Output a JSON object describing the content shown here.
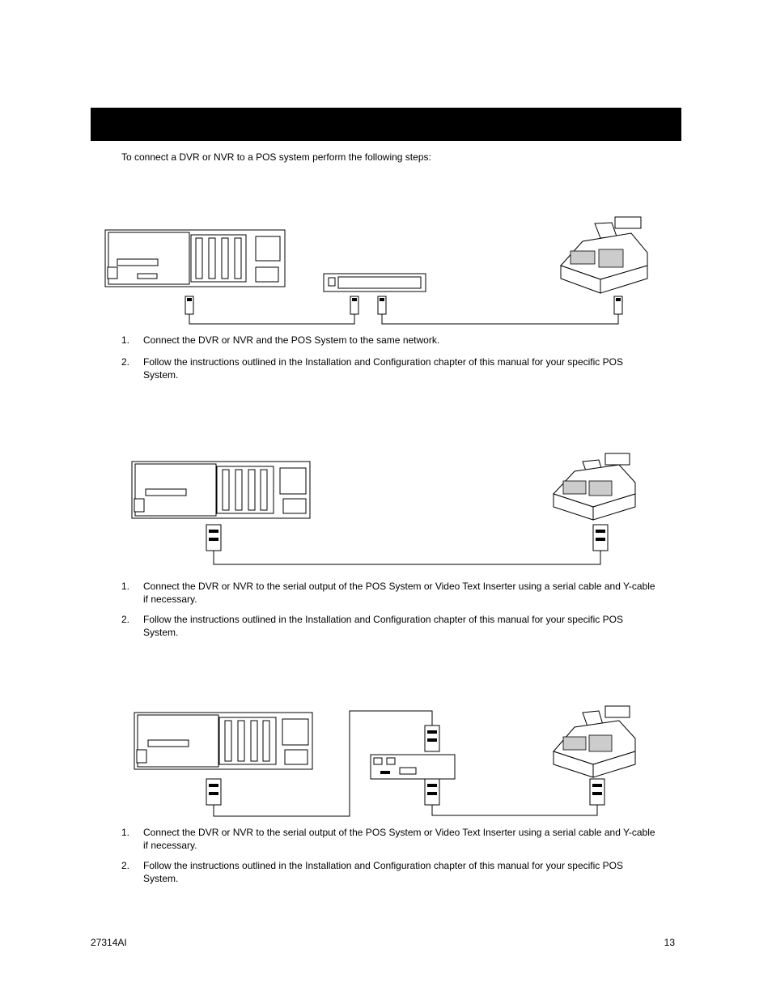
{
  "header": {
    "title": ""
  },
  "intro": "To connect a DVR or NVR to a POS system perform the following steps:",
  "sections": [
    {
      "steps": [
        {
          "num": "1.",
          "text": "Connect the DVR or NVR and the POS System to the same network."
        },
        {
          "num": "2.",
          "text": "Follow the instructions outlined in the Installation and Configuration chapter of this manual for your specific POS System."
        }
      ]
    },
    {
      "steps": [
        {
          "num": "1.",
          "text": "Connect the DVR or NVR to the serial output of the POS System or Video Text Inserter using a serial cable and Y-cable if necessary."
        },
        {
          "num": "2.",
          "text": "Follow the instructions outlined in the Installation and Configuration chapter of this manual for your specific POS System."
        }
      ]
    },
    {
      "steps": [
        {
          "num": "1.",
          "text": "Connect the DVR or NVR to the serial output of the POS System or Video Text Inserter using a serial cable and Y-cable if necessary."
        },
        {
          "num": "2.",
          "text": "Follow the instructions outlined in the Installation and Configuration chapter of this manual for your specific POS System."
        }
      ]
    }
  ],
  "footer": {
    "doc_number": "27314AI",
    "page_number": "13"
  }
}
